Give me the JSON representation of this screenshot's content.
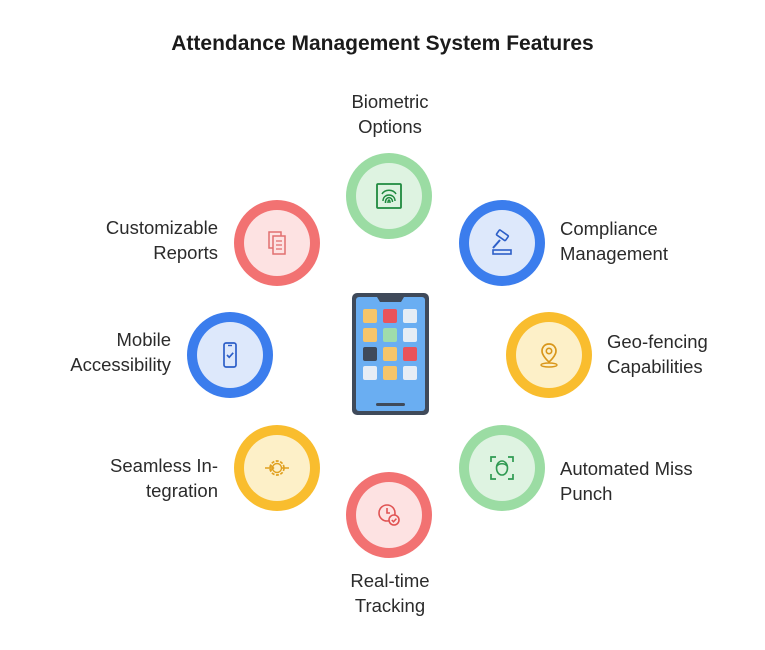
{
  "title": "Attendance Management System Features",
  "features": [
    {
      "line1": "Biometric",
      "line2": "Options",
      "ring_color": "#9bdca3",
      "inner_color": "#def3e1",
      "icon": "fingerprint-icon",
      "icon_color": "#1f8a3f"
    },
    {
      "line1": "Compliance",
      "line2": "Management",
      "ring_color": "#3b7ded",
      "inner_color": "#dde8fb",
      "icon": "gavel-icon",
      "icon_color": "#2d5fc8"
    },
    {
      "line1": "Geo-fencing",
      "line2": "Capabilities",
      "ring_color": "#f9bd2e",
      "inner_color": "#fdf0c8",
      "icon": "location-pin-icon",
      "icon_color": "#d9961a"
    },
    {
      "line1": "Automated Miss",
      "line2": "Punch",
      "ring_color": "#9bdca3",
      "inner_color": "#def3e1",
      "icon": "face-scan-icon",
      "icon_color": "#2f9a52"
    },
    {
      "line1": "Real-time",
      "line2": "Tracking",
      "ring_color": "#f27272",
      "inner_color": "#fde2e2",
      "icon": "clock-check-icon",
      "icon_color": "#e05353"
    },
    {
      "line1": "Seamless In-",
      "line2": "tegration",
      "ring_color": "#f9bd2e",
      "inner_color": "#fdf0c8",
      "icon": "gear-arrows-icon",
      "icon_color": "#e0a01f"
    },
    {
      "line1": "Mobile",
      "line2": "Accessibility",
      "ring_color": "#3b7ded",
      "inner_color": "#dde8fb",
      "icon": "mobile-check-icon",
      "icon_color": "#2d5fc8"
    },
    {
      "line1": "Customizable",
      "line2": "Reports",
      "ring_color": "#f27272",
      "inner_color": "#fde2e2",
      "icon": "documents-icon",
      "icon_color": "#e27070"
    }
  ],
  "phone": {
    "frame_color": "#3f4a5a",
    "screen_color": "#6aaef2",
    "app_tile_colors": [
      "#f6c56a",
      "#e9535b",
      "#e6edf5",
      "#f6c56a",
      "#9fdcab",
      "#e6edf5",
      "#3f4a5a",
      "#f6c56a",
      "#e9535b",
      "#e6edf5",
      "#f6c56a",
      "#e6edf5"
    ]
  }
}
